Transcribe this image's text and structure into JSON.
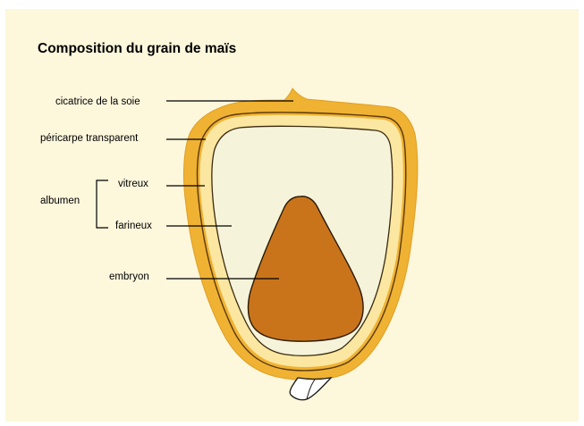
{
  "title": "Composition du grain de maïs",
  "labels": {
    "silk_scar": "cicatrice de la soie",
    "pericarp": "péricarpe transparent",
    "albumen": "albumen",
    "vitreous": "vitreux",
    "floury": "farineux",
    "embryo": "embryon"
  },
  "colors": {
    "background": "#fdf7dc",
    "outer_layer": "#f0b232",
    "vitreous_layer": "#fbe7a1",
    "floury_endosperm": "#f5f3d9",
    "embryo": "#c9741a",
    "tip_cap": "#ffffff"
  }
}
